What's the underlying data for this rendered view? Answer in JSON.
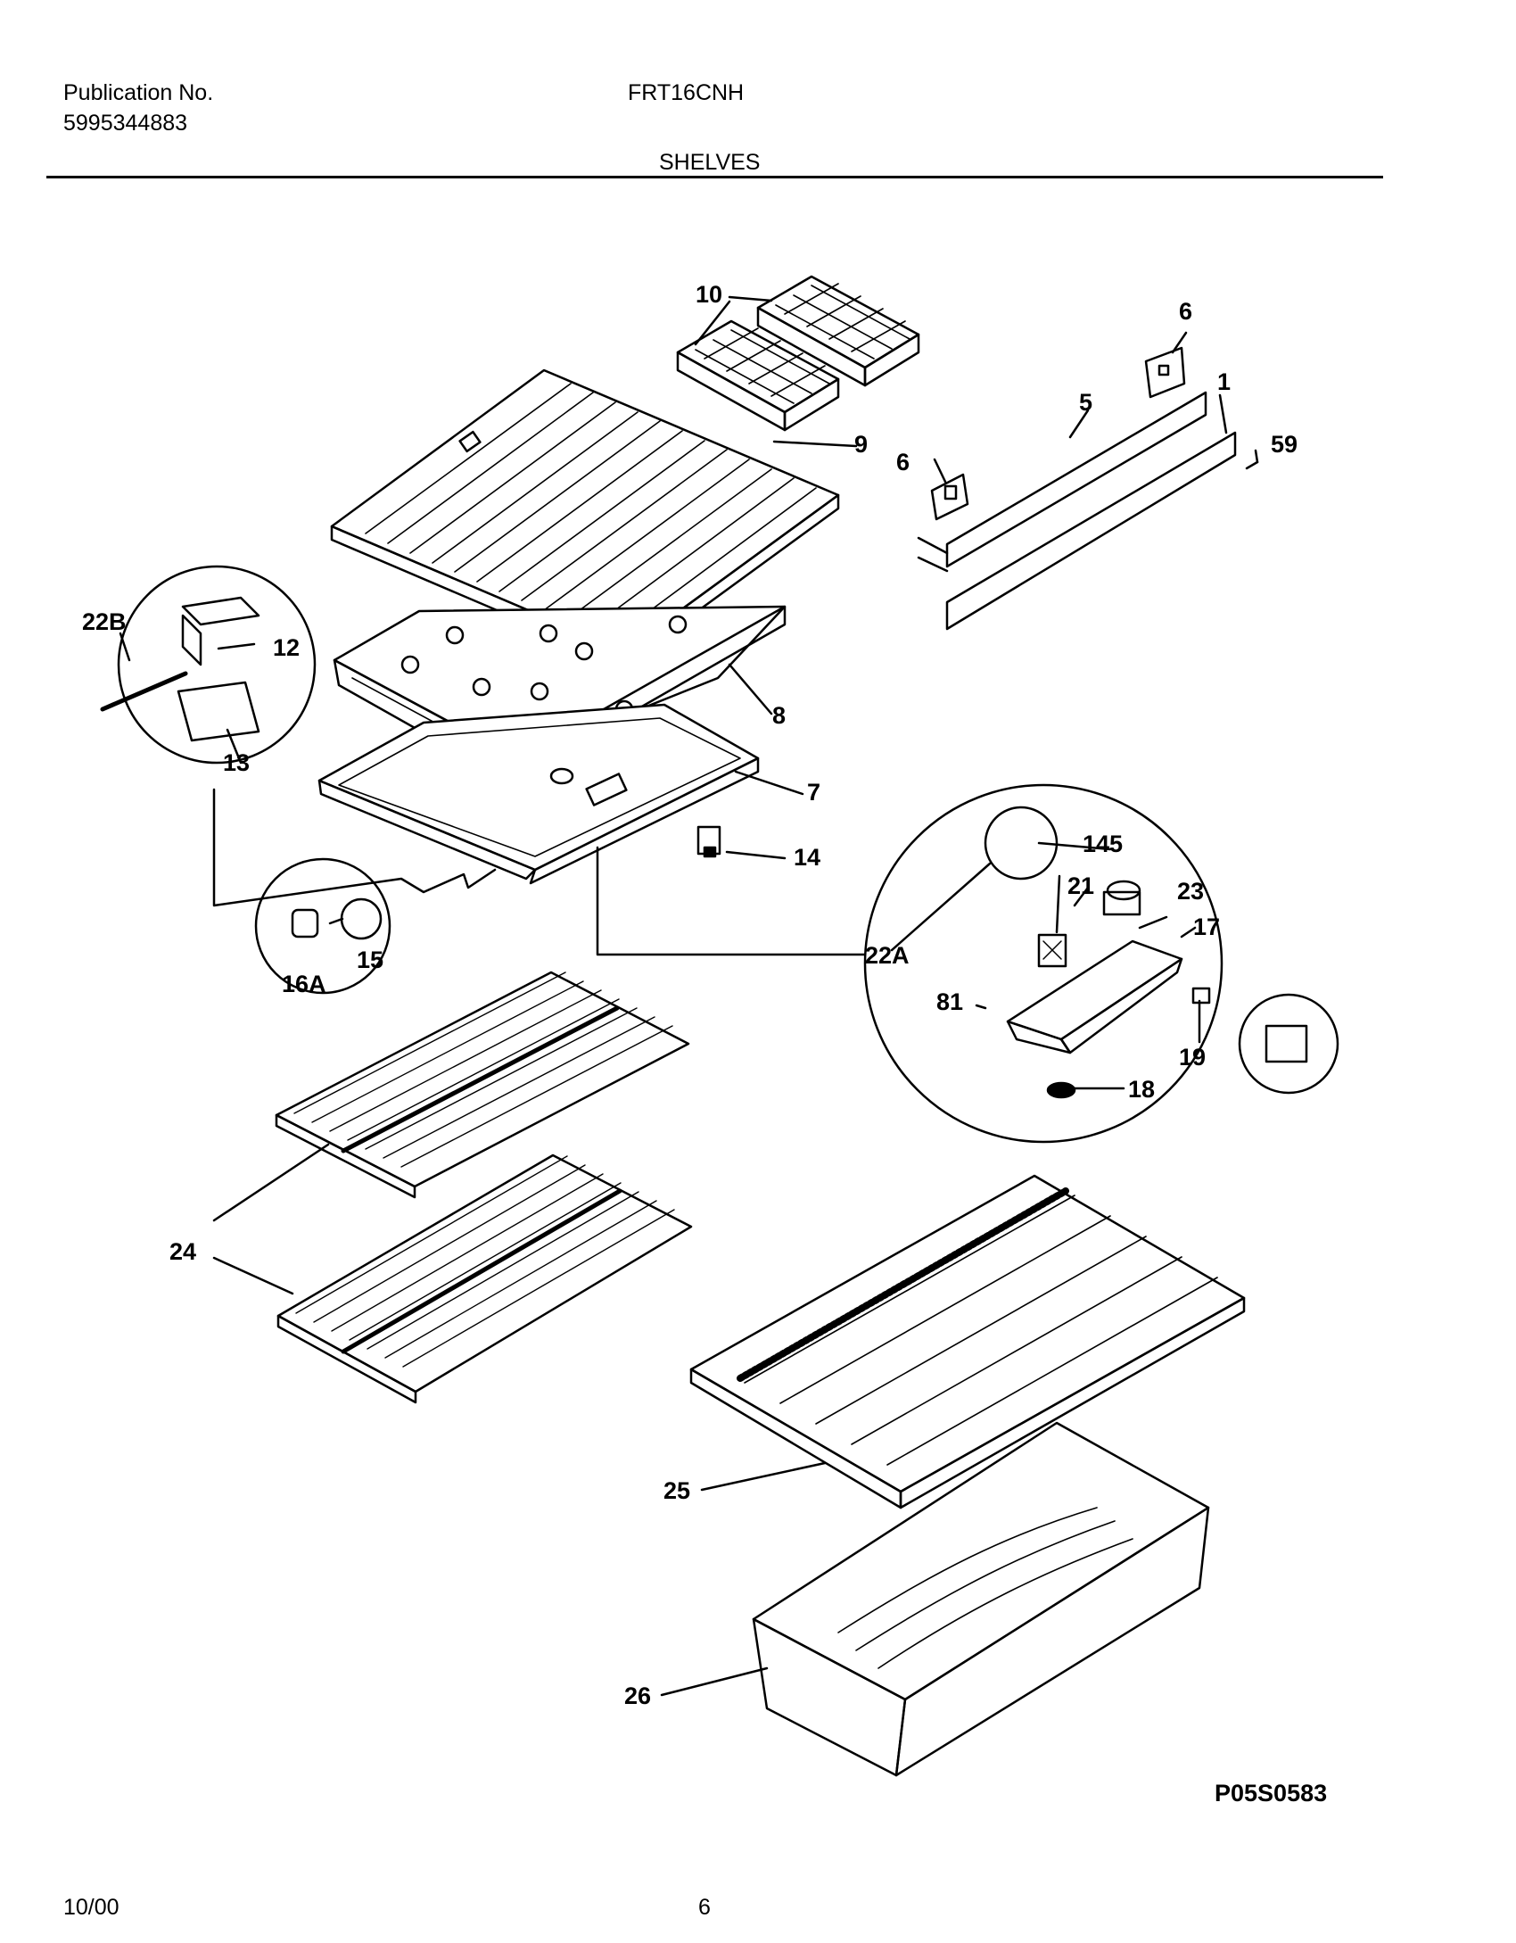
{
  "header": {
    "publication_label": "Publication No.",
    "publication_number": "5995344883",
    "model": "FRT16CNH",
    "section": "SHELVES"
  },
  "callouts": {
    "c10": "10",
    "c6a": "6",
    "c5": "5",
    "c1": "1",
    "c59": "59",
    "c6b": "6",
    "c9": "9",
    "c22b": "22B",
    "c12": "12",
    "c8": "8",
    "c13": "13",
    "c7": "7",
    "c14": "14",
    "c145": "145",
    "c21": "21",
    "c23": "23",
    "c17": "17",
    "c22a": "22A",
    "c15": "15",
    "c16a": "16A",
    "c81": "81",
    "c19": "19",
    "c18": "18",
    "c24": "24",
    "c25": "25",
    "c26": "26"
  },
  "diagram_id": "P05S0583",
  "footer": {
    "date": "10/00",
    "page": "6"
  }
}
